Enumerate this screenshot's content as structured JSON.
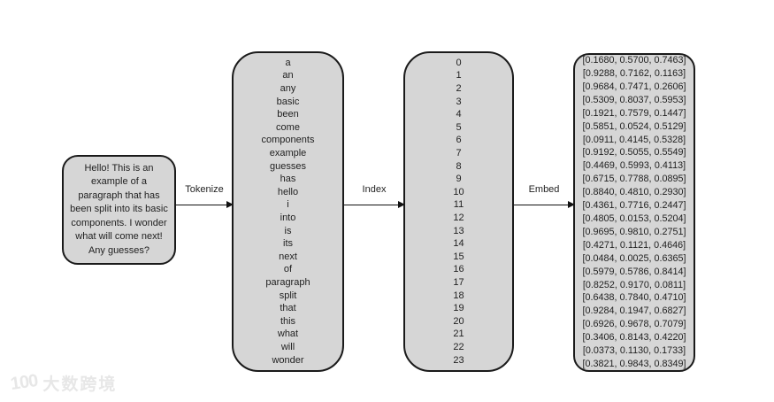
{
  "paragraph": {
    "text": "Hello! This is an example of a paragraph that has been split into its basic components. I wonder what will come next! Any guesses?"
  },
  "arrows": {
    "tokenize": {
      "label": "Tokenize"
    },
    "index": {
      "label": "Index"
    },
    "embed": {
      "label": "Embed"
    }
  },
  "tokens": [
    "a",
    "an",
    "any",
    "basic",
    "been",
    "come",
    "components",
    "example",
    "guesses",
    "has",
    "hello",
    "i",
    "into",
    "is",
    "its",
    "next",
    "of",
    "paragraph",
    "split",
    "that",
    "this",
    "what",
    "will",
    "wonder"
  ],
  "indices": [
    "0",
    "1",
    "2",
    "3",
    "4",
    "5",
    "6",
    "7",
    "8",
    "9",
    "10",
    "11",
    "12",
    "13",
    "14",
    "15",
    "16",
    "17",
    "18",
    "19",
    "20",
    "21",
    "22",
    "23"
  ],
  "embeddings": [
    "[0.1680, 0.5700, 0.7463]",
    "[0.9288, 0.7162, 0.1163]",
    "[0.9684, 0.7471, 0.2606]",
    "[0.5309, 0.8037, 0.5953]",
    "[0.1921, 0.7579, 0.1447]",
    "[0.5851, 0.0524, 0.5129]",
    "[0.0911, 0.4145, 0.5328]",
    "[0.9192, 0.5055, 0.5549]",
    "[0.4469, 0.5993, 0.4113]",
    "[0.6715, 0.7788, 0.0895]",
    "[0.8840, 0.4810, 0.2930]",
    "[0.4361, 0.7716, 0.2447]",
    "[0.4805, 0.0153, 0.5204]",
    "[0.9695, 0.9810, 0.2751]",
    "[0.4271, 0.1121, 0.4646]",
    "[0.0484, 0.0025, 0.6365]",
    "[0.5979, 0.5786, 0.8414]",
    "[0.8252, 0.9170, 0.0811]",
    "[0.6438, 0.7840, 0.4710]",
    "[0.9284, 0.1947, 0.6827]",
    "[0.6926, 0.9678, 0.7079]",
    "[0.3406, 0.8143, 0.4220]",
    "[0.0373, 0.1130, 0.1733]",
    "[0.3821, 0.9843, 0.8349]"
  ],
  "watermark": {
    "logo": "100",
    "text": "大数跨境"
  },
  "colors": {
    "box_fill": "#d6d6d6",
    "box_border": "#1a1a1a",
    "text": "#1f1f1f",
    "watermark": "#e7e7e7"
  }
}
